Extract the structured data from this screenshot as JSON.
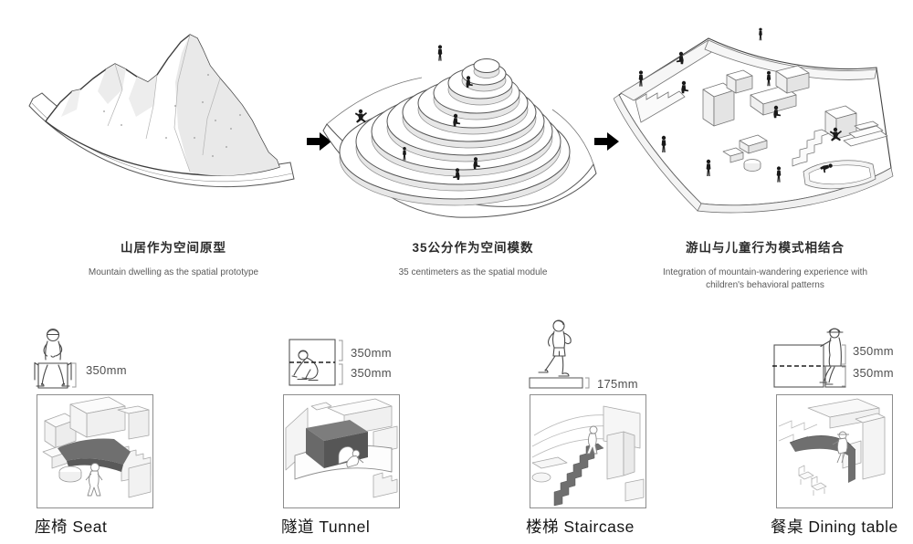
{
  "concepts": [
    {
      "title_zh": "山居作为空间原型",
      "title_en": "Mountain dwelling as the spatial prototype"
    },
    {
      "title_zh": "35公分作为空间模数",
      "title_en": "35 centimeters as the spatial module"
    },
    {
      "title_zh": "游山与儿童行为模式相结合",
      "title_en": "Integration of mountain-wandering experience with children's behavioral patterns"
    }
  ],
  "modules": [
    {
      "label": "座椅 Seat",
      "dims": [
        "350mm"
      ]
    },
    {
      "label": "隧道 Tunnel",
      "dims": [
        "350mm",
        "350mm"
      ]
    },
    {
      "label": "楼梯 Staircase",
      "dims": [
        "175mm"
      ]
    },
    {
      "label": "餐桌 Dining table",
      "dims": [
        "350mm",
        "350mm"
      ]
    }
  ],
  "colors": {
    "highlight_gray": "#6f6f6f",
    "light_fill": "#ececec",
    "outline": "#3c3c3c",
    "text_primary": "#151515",
    "text_secondary": "#5a5a5a",
    "arrow": "#000000"
  }
}
